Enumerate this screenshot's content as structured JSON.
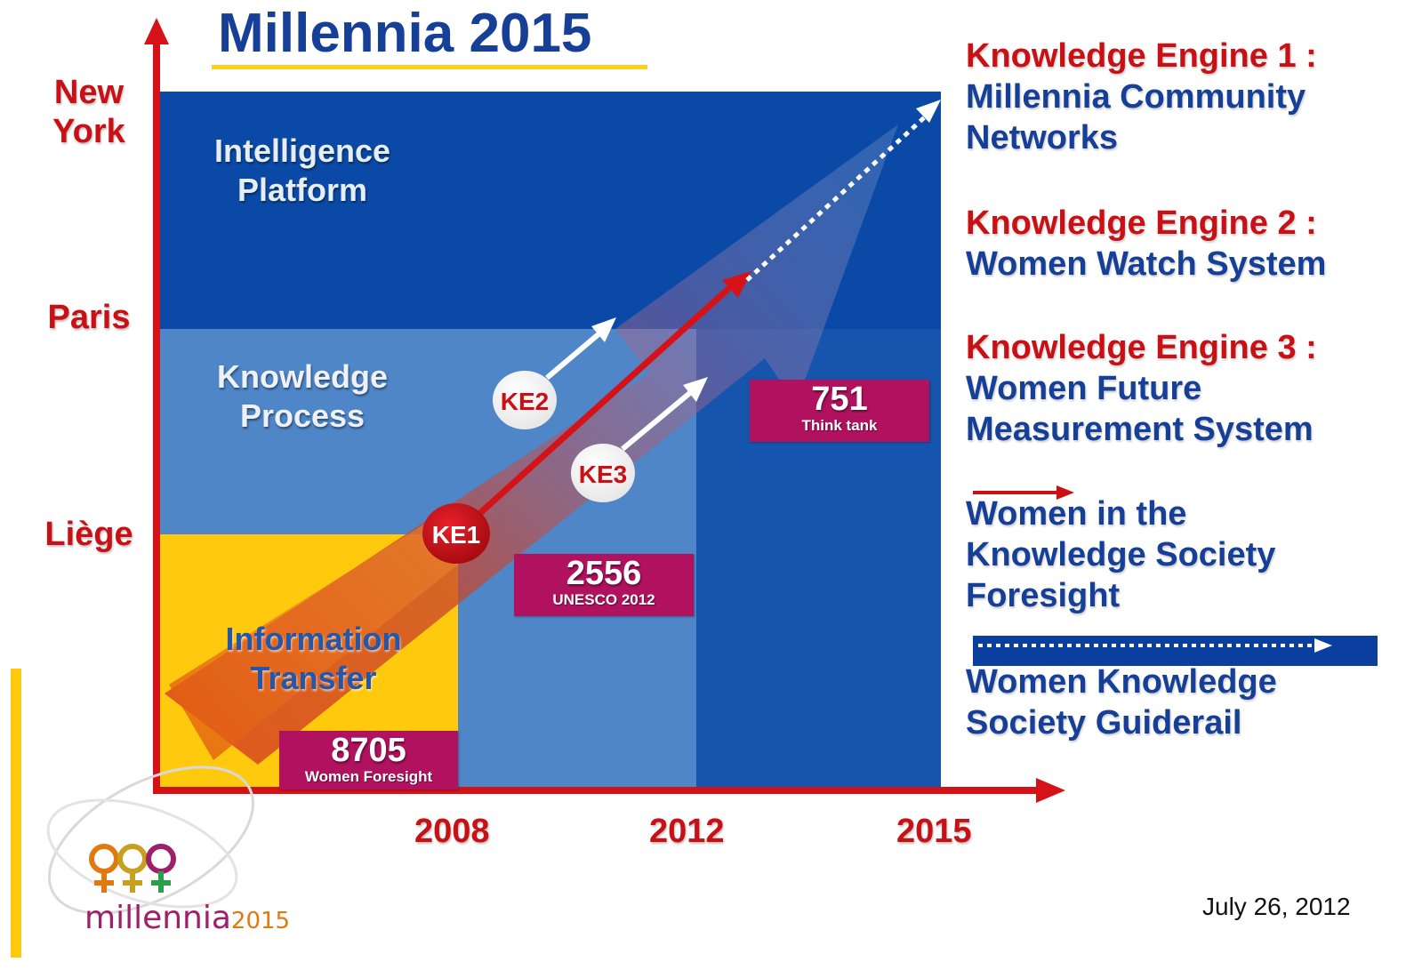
{
  "title": "Millennia 2015",
  "y_axis_cities": [
    "New\nYork",
    "Paris",
    "Liège"
  ],
  "x_axis_years": [
    "2008",
    "2012",
    "2015"
  ],
  "zones": {
    "intelligence": "Intelligence\nPlatform",
    "knowledge": "Knowledge\nProcess",
    "information": "Information\nTransfer"
  },
  "engines": [
    "KE1",
    "KE2",
    "KE3"
  ],
  "badges": [
    {
      "number": "8705",
      "label": "Women Foresight"
    },
    {
      "number": "2556",
      "label": "UNESCO 2012"
    },
    {
      "number": "751",
      "label": "Think tank"
    }
  ],
  "legend": {
    "ke1_head": "Knowledge Engine 1 :",
    "ke1_body": "Millennia Community\nNetworks",
    "ke2_head": "Knowledge Engine 2 :",
    "ke2_body": "Women Watch System",
    "ke3_head": "Knowledge Engine 3 :",
    "ke3_body": "Women Future\nMeasurement System",
    "red_arrow_label": "Women in the\nKnowledge Society\nForesight",
    "dotted_arrow_label": "Women Knowledge\nSociety Guiderail"
  },
  "logo": {
    "text_part1": "millennia",
    "text_part2": "2015"
  },
  "date": "July 26, 2012",
  "colors": {
    "red": "#c81015",
    "blue_text": "#163f97",
    "dark_blue": "#0a4aa6",
    "mid_blue": "#1655ad",
    "light_blue": "#4e86c8",
    "yellow": "#ffc90d",
    "magenta": "#b0125f"
  }
}
